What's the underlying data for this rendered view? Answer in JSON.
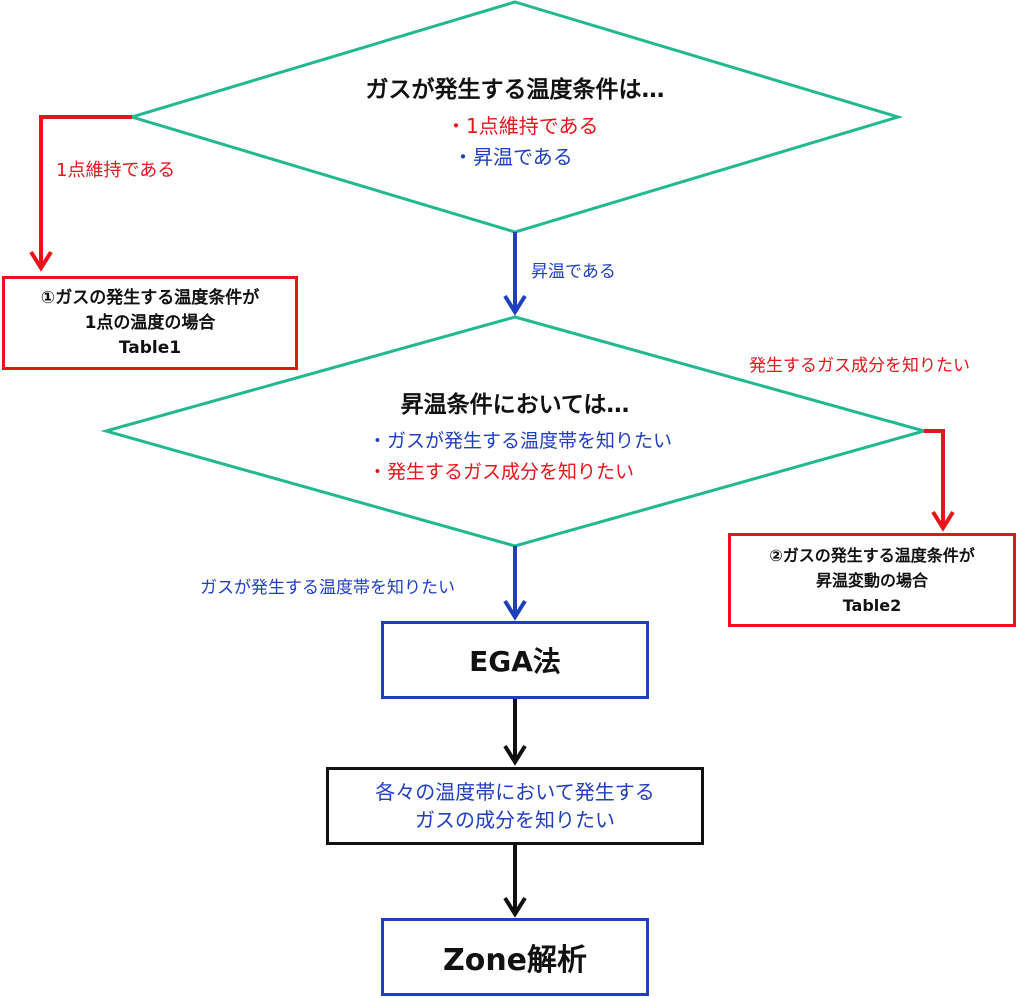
{
  "diamond1": {
    "title": "ガスが発生する温度条件は…",
    "option_red": "・1点維持である",
    "option_blue": "・昇温である"
  },
  "edge_1point_label": "1点維持である",
  "edge_rising_label": "昇温である",
  "box_table1": {
    "line1": "①ガスの発生する温度条件が",
    "line2": "1点の温度の場合",
    "line3": "Table1"
  },
  "diamond2": {
    "title": "昇温条件においては…",
    "option_blue": "・ガスが発生する温度帯を知りたい",
    "option_red": "・発生するガス成分を知りたい"
  },
  "edge_gas_component_label": "発生するガス成分を知りたい",
  "edge_temp_range_label": "ガスが発生する温度帯を知りたい",
  "box_table2": {
    "line1": "②ガスの発生する温度条件が",
    "line2": "昇温変動の場合",
    "line3": "Table2"
  },
  "box_ega": {
    "label": "EGA法"
  },
  "box_each_range": {
    "line1": "各々の温度帯において発生する",
    "line2": "ガスの成分を知りたい"
  },
  "box_zone": {
    "label": "Zone解析"
  },
  "colors": {
    "diamond_border": "#21b892",
    "red": "#e8141a",
    "blue": "#1f3fbf",
    "black": "#111111"
  }
}
